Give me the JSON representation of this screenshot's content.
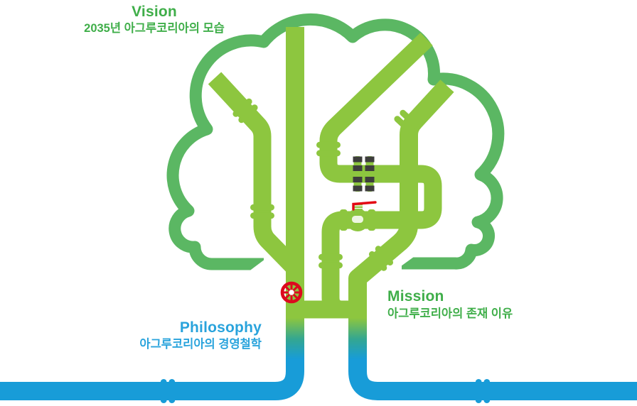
{
  "labels": {
    "vision": {
      "title": "Vision",
      "subtitle": "2035년 아그루코리아의 모습",
      "color": "#3fae49"
    },
    "mission": {
      "title": "Mission",
      "subtitle": "아그루코리아의 존재 이유",
      "color": "#3fae49"
    },
    "philosophy": {
      "title": "Philosophy",
      "subtitle": "아그루코리아의 경영철학",
      "color": "#29a3dc"
    }
  },
  "colors": {
    "crown_outline_green": "#5bb763",
    "pipe_green": "#8dc63f",
    "pipe_blue": "#189cd8",
    "gradient_teal": "#35a78f",
    "valve_red": "#e30613",
    "bolt_dark": "#3d3d3c",
    "background": "#ffffff"
  },
  "diagram": {
    "type": "pipe-tree",
    "elements": [
      "tree-crown-outline",
      "branch-pipes",
      "flange-joint",
      "ball-valve-red-lever",
      "red-handwheel-valve",
      "pipe-couplings",
      "trunk-gradient-green-to-blue",
      "bottom-blue-supply-pipe"
    ]
  }
}
